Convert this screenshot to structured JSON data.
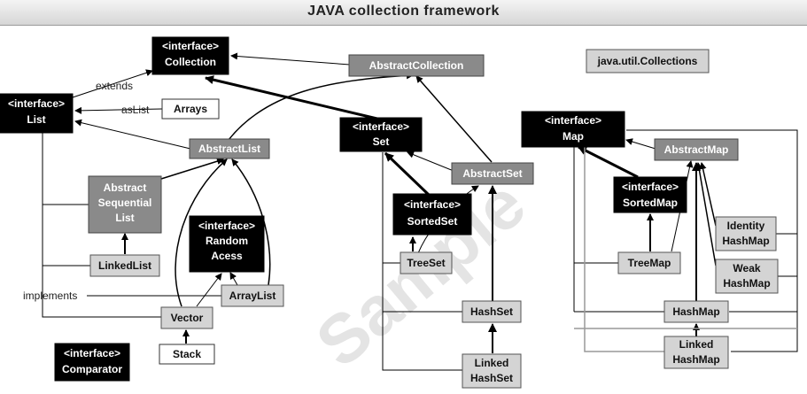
{
  "title": "JAVA collection framework",
  "watermark": "Sample",
  "labels": {
    "extends": "extends",
    "asList": "asList",
    "implements": "implements"
  },
  "nodes": {
    "collection": {
      "lines": [
        "<interface>",
        "Collection"
      ],
      "style": "black"
    },
    "abstract_collection": {
      "lines": [
        "AbstractCollection"
      ],
      "style": "dark"
    },
    "java_util_collections": {
      "lines": [
        "java.util.Collections"
      ],
      "style": "light"
    },
    "list": {
      "lines": [
        "<interface>",
        "List"
      ],
      "style": "black"
    },
    "arrays": {
      "lines": [
        "Arrays"
      ],
      "style": "white"
    },
    "abstract_list": {
      "lines": [
        "AbstractList"
      ],
      "style": "dark"
    },
    "set": {
      "lines": [
        "<interface>",
        "Set"
      ],
      "style": "black"
    },
    "abstract_set": {
      "lines": [
        "AbstractSet"
      ],
      "style": "dark"
    },
    "map": {
      "lines": [
        "<interface>",
        "Map"
      ],
      "style": "black"
    },
    "abstract_map": {
      "lines": [
        "AbstractMap"
      ],
      "style": "dark"
    },
    "abstract_sequential_list": {
      "lines": [
        "Abstract",
        "Sequential",
        "List"
      ],
      "style": "dark"
    },
    "random_access": {
      "lines": [
        "<interface>",
        "Random",
        "Acess"
      ],
      "style": "black"
    },
    "sorted_set": {
      "lines": [
        "<interface>",
        "SortedSet"
      ],
      "style": "black"
    },
    "sorted_map": {
      "lines": [
        "<interface>",
        "SortedMap"
      ],
      "style": "black"
    },
    "identity_hash_map": {
      "lines": [
        "Identity",
        "HashMap"
      ],
      "style": "light"
    },
    "linked_list": {
      "lines": [
        "LinkedList"
      ],
      "style": "light"
    },
    "tree_set": {
      "lines": [
        "TreeSet"
      ],
      "style": "light"
    },
    "tree_map": {
      "lines": [
        "TreeMap"
      ],
      "style": "light"
    },
    "weak_hash_map": {
      "lines": [
        "Weak",
        "HashMap"
      ],
      "style": "light"
    },
    "array_list": {
      "lines": [
        "ArrayList"
      ],
      "style": "light"
    },
    "vector": {
      "lines": [
        "Vector"
      ],
      "style": "light"
    },
    "hash_set": {
      "lines": [
        "HashSet"
      ],
      "style": "light"
    },
    "hash_map": {
      "lines": [
        "HashMap"
      ],
      "style": "light"
    },
    "stack": {
      "lines": [
        "Stack"
      ],
      "style": "white"
    },
    "comparator": {
      "lines": [
        "<interface>",
        "Comparator"
      ],
      "style": "black"
    },
    "linked_hash_set": {
      "lines": [
        "Linked",
        "HashSet"
      ],
      "style": "light"
    },
    "linked_hash_map": {
      "lines": [
        "Linked",
        "HashMap"
      ],
      "style": "light"
    }
  }
}
